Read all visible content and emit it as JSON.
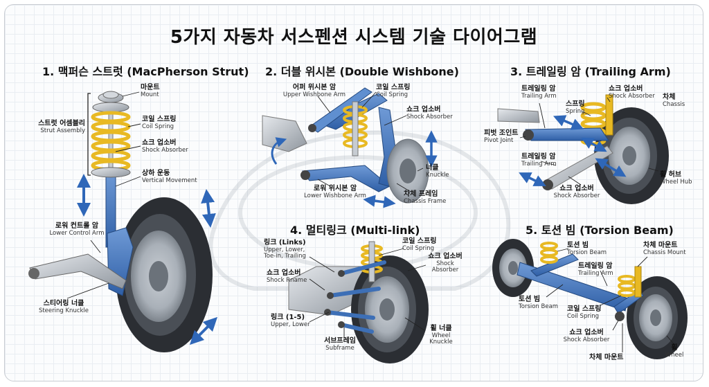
{
  "title": "5가지 자동차 서스펜션 시스템 기술 다이어그램",
  "sections": {
    "macpherson": {
      "heading": "1. 맥퍼슨 스트럿 (MacPherson Strut)",
      "labels": {
        "mount": {
          "ko": "마운트",
          "en": "Mount"
        },
        "strut_assembly": {
          "ko": "스트럿 어셈블리",
          "en": "Strut Assembly"
        },
        "coil_spring": {
          "ko": "코일 스프링",
          "en": "Coil Spring"
        },
        "shock_absorber": {
          "ko": "쇼크 업소버",
          "en": "Shock Absorber"
        },
        "vertical_movement": {
          "ko": "상하 운동",
          "en": "Vertical Movement"
        },
        "lower_control_arm": {
          "ko": "로워 컨트롤 암",
          "en": "Lower Control Arm"
        },
        "steering_knuckle": {
          "ko": "스티어링 너클",
          "en": "Steering Knuckle"
        }
      }
    },
    "double_wishbone": {
      "heading": "2. 더블 위시본 (Double Wishbone)",
      "labels": {
        "upper_wishbone": {
          "ko": "어퍼 위시본 암",
          "en": "Upper Wishbone Arm"
        },
        "coil_spring": {
          "ko": "코일 스프링",
          "en": "Coil Spring"
        },
        "shock_absorber": {
          "ko": "쇼크 업소버",
          "en": "Shock Absorber"
        },
        "knuckle": {
          "ko": "너클",
          "en": "Knuckle"
        },
        "lower_wishbone": {
          "ko": "로워 위시본 암",
          "en": "Lower Wishbone Arm"
        },
        "chassis_frame": {
          "ko": "차체 프레임",
          "en": "Chassis Frame"
        }
      }
    },
    "trailing_arm": {
      "heading": "3. 트레일링 암 (Trailing Arm)",
      "labels": {
        "trailing_arm_top": {
          "ko": "트레일링 암",
          "en": "Trailing Arm"
        },
        "spring": {
          "ko": "스프링",
          "en": "Spring"
        },
        "shock_absorber_top": {
          "ko": "쇼크 업소버",
          "en": "Shock Absorber"
        },
        "chassis": {
          "ko": "차체",
          "en": "Chassis"
        },
        "pivot_joint": {
          "ko": "피벗 조인트",
          "en": "Pivot Joint"
        },
        "trailing_arm_mid": {
          "ko": "트레일링 암",
          "en": "Trailing Arm"
        },
        "wheel_hub": {
          "ko": "휠 허브",
          "en": "Wheel Hub"
        },
        "shock_absorber_bottom": {
          "ko": "쇼크 업소버",
          "en": "Shock Absorber"
        }
      }
    },
    "multi_link": {
      "heading": "4. 멀티링크 (Multi-link)",
      "labels": {
        "links": {
          "ko": "링크 (Links)",
          "en1": "Upper, Lower,",
          "en2": "Toe-in, Trailing"
        },
        "shock_rname": {
          "ko": "쇼크 업소버",
          "en": "Shock Rname"
        },
        "coil_spring": {
          "ko": "코일 스프링",
          "en": "Coil Spring"
        },
        "shock_absorber": {
          "ko": "쇼크 업소버",
          "en1": "Shock",
          "en2": "Absorber"
        },
        "links_count": {
          "ko": "링크 (1-5)",
          "en": "Upper, Lower"
        },
        "subframe": {
          "ko": "서브프레임",
          "en": "Subframe"
        },
        "wheel_knuckle": {
          "ko": "휠 너클",
          "en1": "Wheel",
          "en2": "Knuckle"
        }
      }
    },
    "torsion_beam": {
      "heading": "5. 토션 빔 (Torsion Beam)",
      "labels": {
        "torsion_beam_top": {
          "ko": "토션 빔",
          "en": "Torsion Beam"
        },
        "chassis_mount_top": {
          "ko": "차체 마운트",
          "en": "Chassis Mount"
        },
        "trailing_arm": {
          "ko": "트레일링 암",
          "en": "Trailing Arm"
        },
        "torsion_beam_left": {
          "ko": "토션 빔",
          "en": "Torsion Beam"
        },
        "coil_spring": {
          "ko": "코일 스프링",
          "en": "Coil Spring"
        },
        "shock_absorber": {
          "ko": "쇼크 업소버",
          "en": "Shock Absorber"
        },
        "chassis_mount_bottom": {
          "ko": "차체 마운트"
        },
        "wheel": {
          "ko": "휠",
          "en": "Wheel"
        }
      }
    }
  },
  "colors": {
    "arm_blue": "#3d6fb6",
    "spring_yellow": "#e8b923",
    "tire_dark": "#2b2e33",
    "metal_grey": "#9aa1a9",
    "arrow_blue": "#2f67b8"
  }
}
